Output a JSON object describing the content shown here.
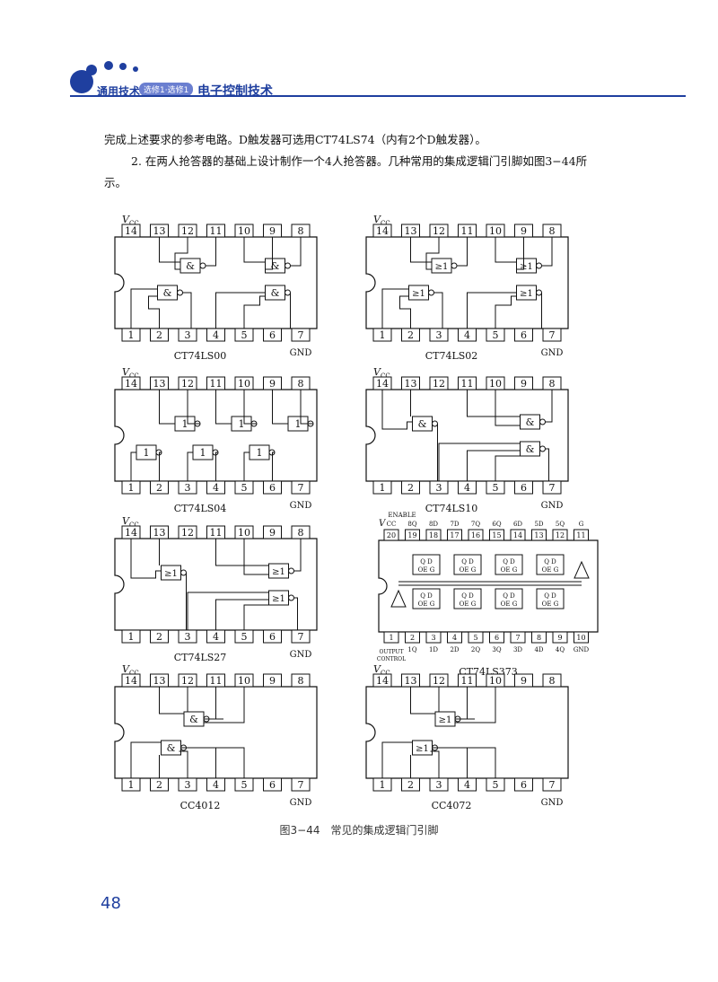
{
  "header": {
    "series": "通用技术",
    "volume": "选修1·选修1",
    "book_title": "电子控制技术",
    "accent_color": "#1f3f9f"
  },
  "body": {
    "paragraph1": "完成上述要求的参考电路。D触发器可选用CT74LS74（内有2个D触发器）。",
    "paragraph2": "2. 在两人抢答器的基础上设计制作一个4人抢答器。几种常用的集成逻辑门引脚如图3−44所示。"
  },
  "figure": {
    "vcc_label": "V",
    "vcc_sub": "CC",
    "gnd_label": "GND",
    "chips": [
      {
        "name": "CT74LS00",
        "gate": "&"
      },
      {
        "name": "CT74LS02",
        "gate": "≥1"
      },
      {
        "name": "CT74LS04",
        "gate": "1"
      },
      {
        "name": "CT74LS10",
        "gate": "&"
      },
      {
        "name": "CT74LS27",
        "gate": "≥1"
      },
      {
        "name": "CT74LS373",
        "gate": ""
      },
      {
        "name": "CC4012",
        "gate": "&"
      },
      {
        "name": "CC4072",
        "gate": "≥1"
      }
    ],
    "top_pins": [
      "14",
      "13",
      "12",
      "11",
      "10",
      "9",
      "8"
    ],
    "bottom_pins": [
      "1",
      "2",
      "3",
      "4",
      "5",
      "6",
      "7"
    ],
    "ls373": {
      "top_pins": [
        "20",
        "19",
        "18",
        "17",
        "16",
        "15",
        "14",
        "13",
        "12",
        "11"
      ],
      "top_labels": [
        "CC",
        "8Q",
        "8D",
        "7D",
        "7Q",
        "6Q",
        "6D",
        "5D",
        "5Q",
        "G"
      ],
      "bottom_pins": [
        "1",
        "2",
        "3",
        "4",
        "5",
        "6",
        "7",
        "8",
        "9",
        "10"
      ],
      "bottom_labels": [
        "",
        "1Q",
        "1D",
        "2D",
        "2Q",
        "3Q",
        "3D",
        "4D",
        "4Q",
        "GND"
      ],
      "enable_label": "ENABLE",
      "output_control_label": "OUTPUT CONTROL"
    },
    "caption": "图3−44　常见的集成逻辑门引脚"
  },
  "page_number": "48"
}
